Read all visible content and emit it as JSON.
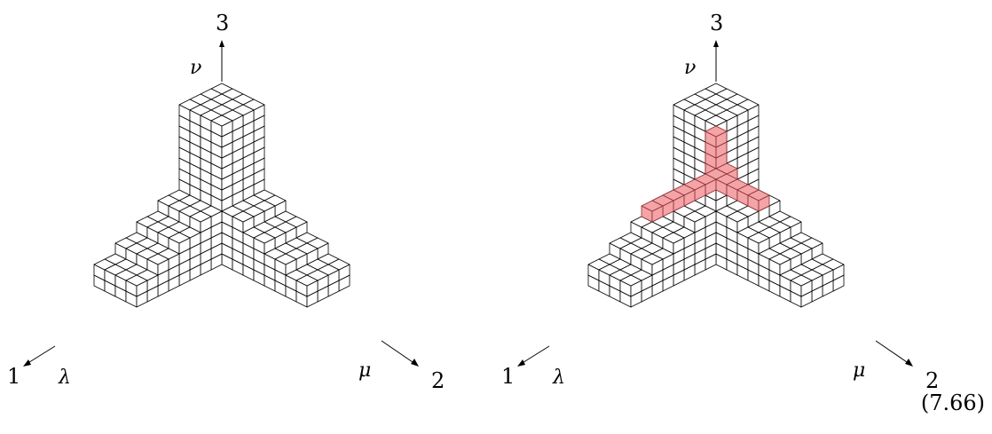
{
  "equation_number": "(7.66)",
  "figures": [
    {
      "axis_labels": {
        "axis1": "1",
        "axis2": "2",
        "axis3": "3"
      },
      "partition_labels": {
        "lambda": "λ",
        "mu": "μ",
        "nu": "ν"
      },
      "highlighted": false
    },
    {
      "axis_labels": {
        "axis1": "1",
        "axis2": "2",
        "axis3": "3"
      },
      "partition_labels": {
        "lambda": "λ",
        "mu": "μ",
        "nu": "ν"
      },
      "highlighted": true
    }
  ],
  "colors": {
    "box_fill": "#ffffff",
    "box_stroke": "#000000",
    "highlight_fill": "#f4a3a6",
    "highlight_stroke": "#8a2f32"
  }
}
